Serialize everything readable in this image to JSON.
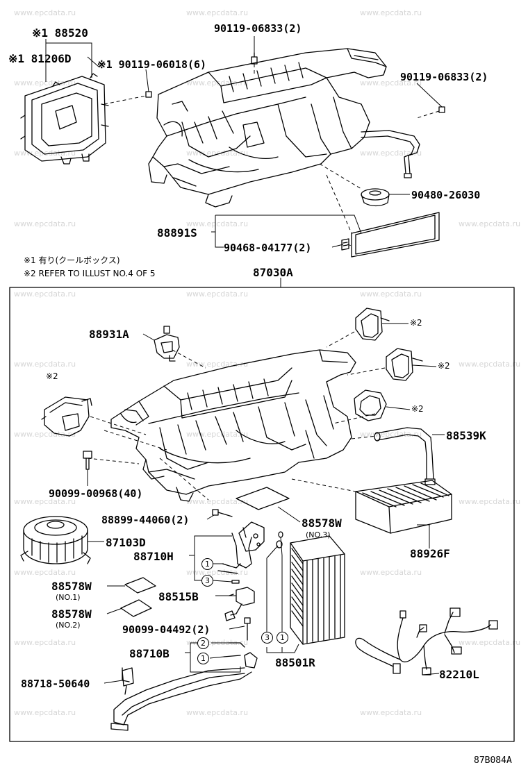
{
  "watermark": "www.epcdata.ru",
  "notes": {
    "note1": "※1 有り(クールボックス)",
    "note2": "※2 REFER TO ILLUST NO.4 OF 5"
  },
  "parts": {
    "p88520": "※1 88520",
    "p81206D": "※1 81206D",
    "p90119_06018": "※1 90119-06018(6)",
    "p90119_06833_top": "90119-06833(2)",
    "p90119_06833_right": "90119-06833(2)",
    "p90480_26030": "90480-26030",
    "p88891S": "88891S",
    "p90468_04177": "90468-04177(2)",
    "p87030A": "87030A",
    "p88931A": "88931A",
    "ref_a": "※2",
    "ref_b": "※2",
    "ref_c": "※2",
    "ref_d": "※2",
    "p88539K": "88539K",
    "p90099_00968": "90099-00968(40)",
    "p88899_44060": "88899-44060(2)",
    "p88578W_3": "88578W",
    "p88578W_3_sub": "(NO.3)",
    "p87103D": "87103D",
    "p88926F": "88926F",
    "p88710H": "88710H",
    "p88578W_1": "88578W",
    "p88578W_1_sub": "(NO.1)",
    "p88515B": "88515B",
    "p88578W_2": "88578W",
    "p88578W_2_sub": "(NO.2)",
    "p90099_04492": "90099-04492(2)",
    "p88710B": "88710B",
    "p88501R": "88501R",
    "p82210L": "82210L",
    "p88718_50640": "88718-50640"
  },
  "circles": {
    "c1a": "1",
    "c3a": "3",
    "c2b": "2",
    "c1b": "1",
    "c3c": "3",
    "c1c": "1"
  },
  "figure_code": "87B084A"
}
